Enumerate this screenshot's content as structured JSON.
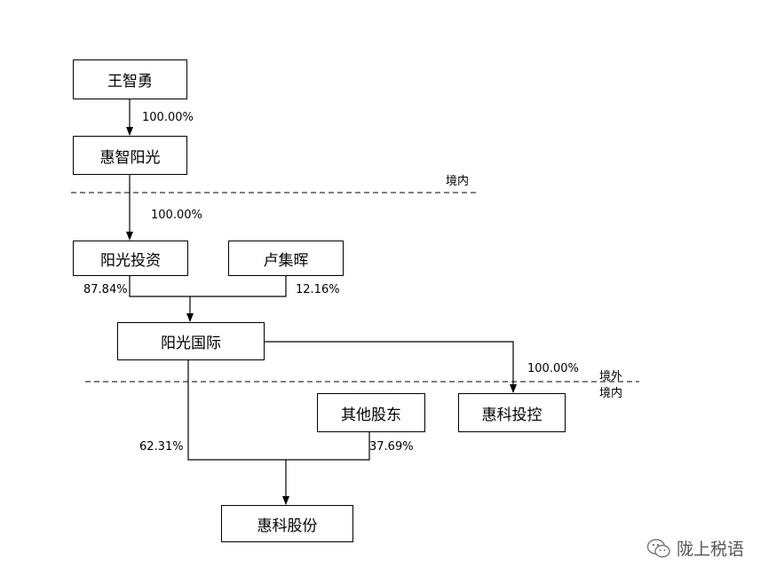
{
  "nodes": {
    "wang": "王智勇",
    "huizhi": "惠智阳光",
    "yangguang_invest": "阳光投资",
    "lu": "卢集晖",
    "yangguang_intl": "阳光国际",
    "other_holders": "其他股东",
    "huike_holdings": "惠科投控",
    "huike_shares": "惠科股份"
  },
  "edges": {
    "wang_to_huizhi": "100.00%",
    "huizhi_to_invest": "100.00%",
    "invest_to_intl": "87.84%",
    "lu_to_intl": "12.16%",
    "intl_to_holdings": "100.00%",
    "intl_to_shares": "62.31%",
    "other_to_shares": "37.69%"
  },
  "zones": {
    "domestic_top": "境内",
    "overseas": "境外",
    "domestic_bottom": "境内"
  },
  "watermark": "陇上税语"
}
